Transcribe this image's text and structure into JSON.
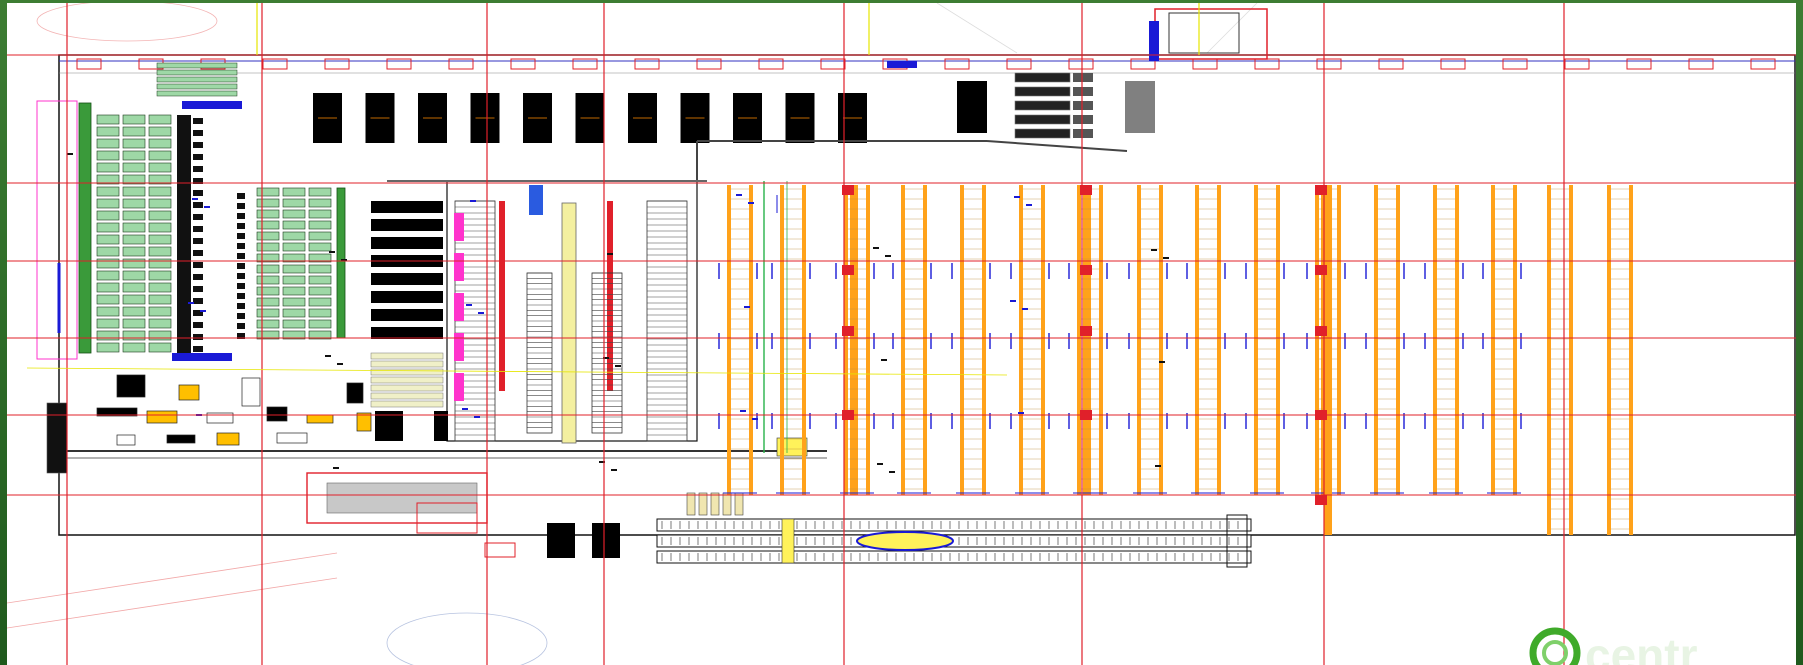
{
  "colors": {
    "frame_green": "#2f6a2a",
    "grid_red": "#e0202a",
    "rack_orange": "#ffa21a",
    "rack_blue": "#1a1ad6",
    "aisle_green": "#9ed8a6",
    "equipment_black": "#000000",
    "marker_yellow": "#fff25a",
    "logo_green": "#3faa2a"
  },
  "logo": {
    "name": "centr",
    "icon": "ring-logo-icon"
  },
  "counts": {
    "top_machines": 11,
    "upper_rack_rows": 14,
    "lower_docks": 3
  }
}
